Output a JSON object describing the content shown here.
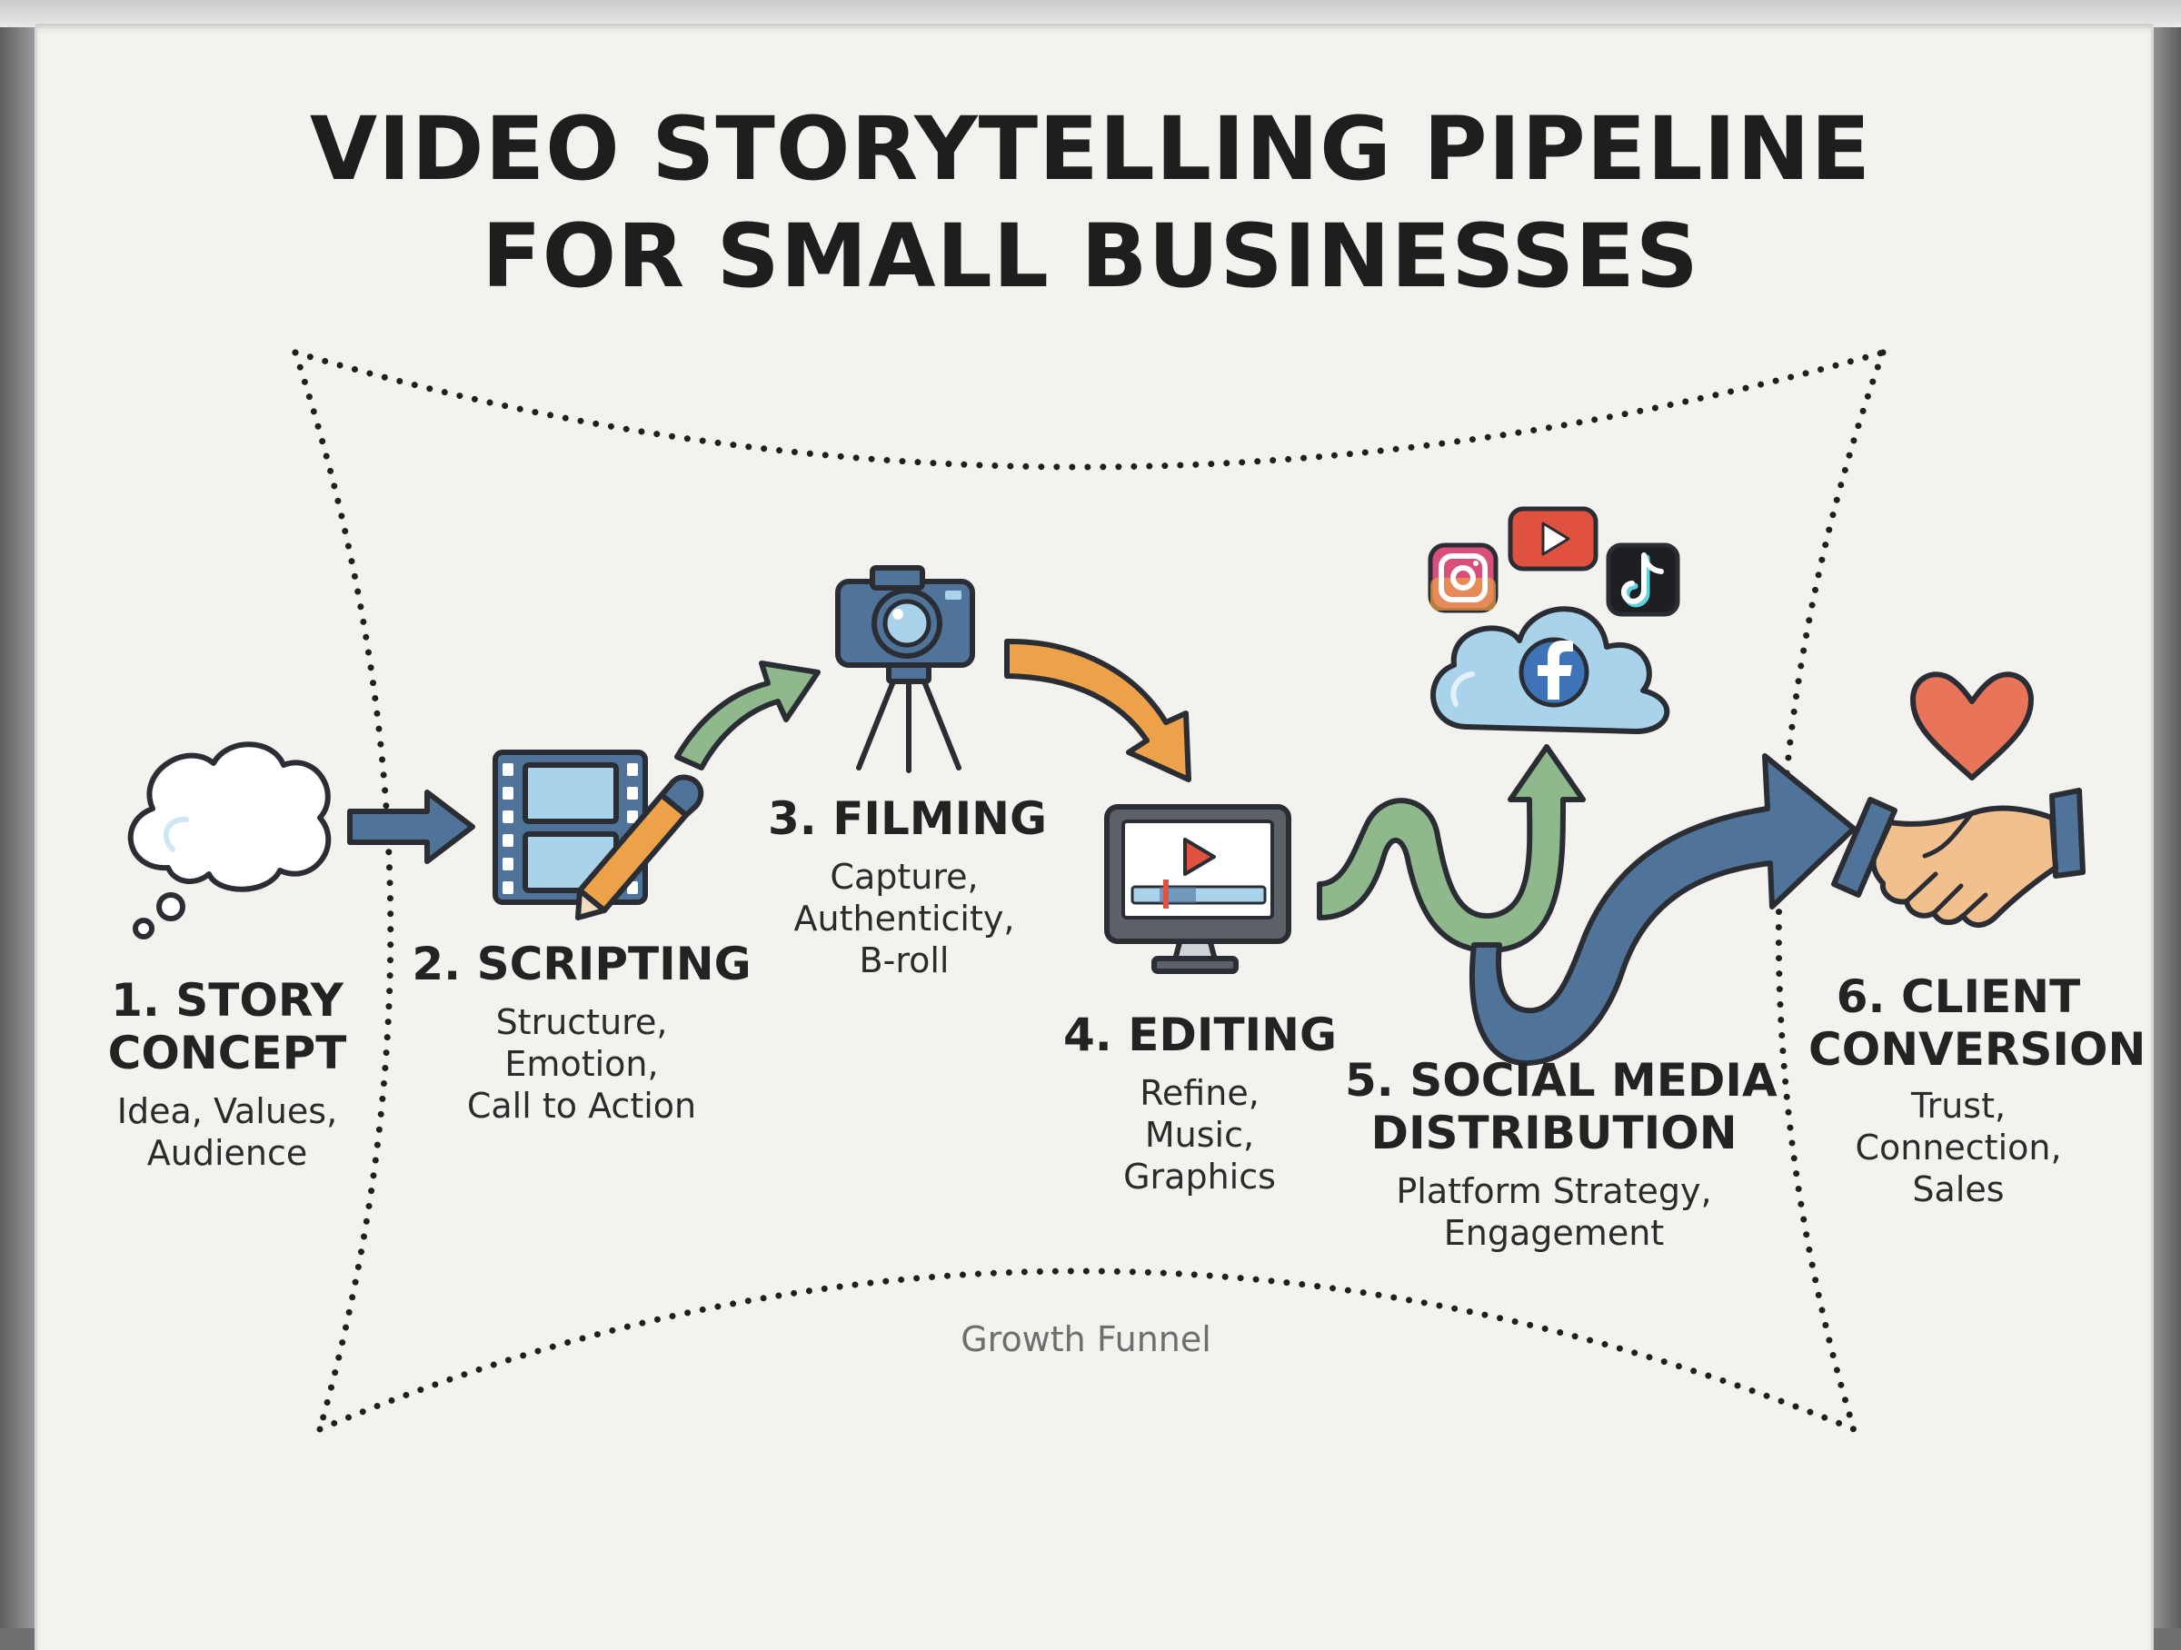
{
  "title": {
    "line1": "VIDEO STORYTELLING PIPELINE",
    "line2": "FOR SMALL BUSINESSES"
  },
  "funnel_label": "Growth Funnel",
  "steps": [
    {
      "title": [
        "1. STORY",
        "CONCEPT"
      ],
      "desc": [
        "Idea, Values,",
        "Audience"
      ],
      "icon": "thought-cloud-icon"
    },
    {
      "title": [
        "2. SCRIPTING"
      ],
      "desc": [
        "Structure,",
        "Emotion,",
        "Call to Action"
      ],
      "icon": "film-strip-pen-icon"
    },
    {
      "title": [
        "3. FILMING"
      ],
      "desc": [
        "Capture,",
        "Authenticity,",
        "B-roll"
      ],
      "icon": "camera-tripod-icon"
    },
    {
      "title": [
        "4. EDITING"
      ],
      "desc": [
        "Refine,",
        "Music,",
        "Graphics"
      ],
      "icon": "monitor-timeline-icon"
    },
    {
      "title": [
        "5. SOCIAL MEDIA",
        "DISTRIBUTION"
      ],
      "desc": [
        "Platform Strategy,",
        "Engagement"
      ],
      "icon": "social-cloud-icon"
    },
    {
      "title": [
        "6. CLIENT",
        "CONVERSION"
      ],
      "desc": [
        "Trust,",
        "Connection,",
        "Sales"
      ],
      "icon": "handshake-heart-icon"
    }
  ],
  "colors": {
    "blue": "#4f7399",
    "light_blue": "#a9d3ea",
    "green": "#8fb98d",
    "orange": "#eda24a",
    "red": "#e0523f",
    "heart": "#e8745a",
    "skin": "#f2c08f",
    "outline": "#2a2d33"
  }
}
